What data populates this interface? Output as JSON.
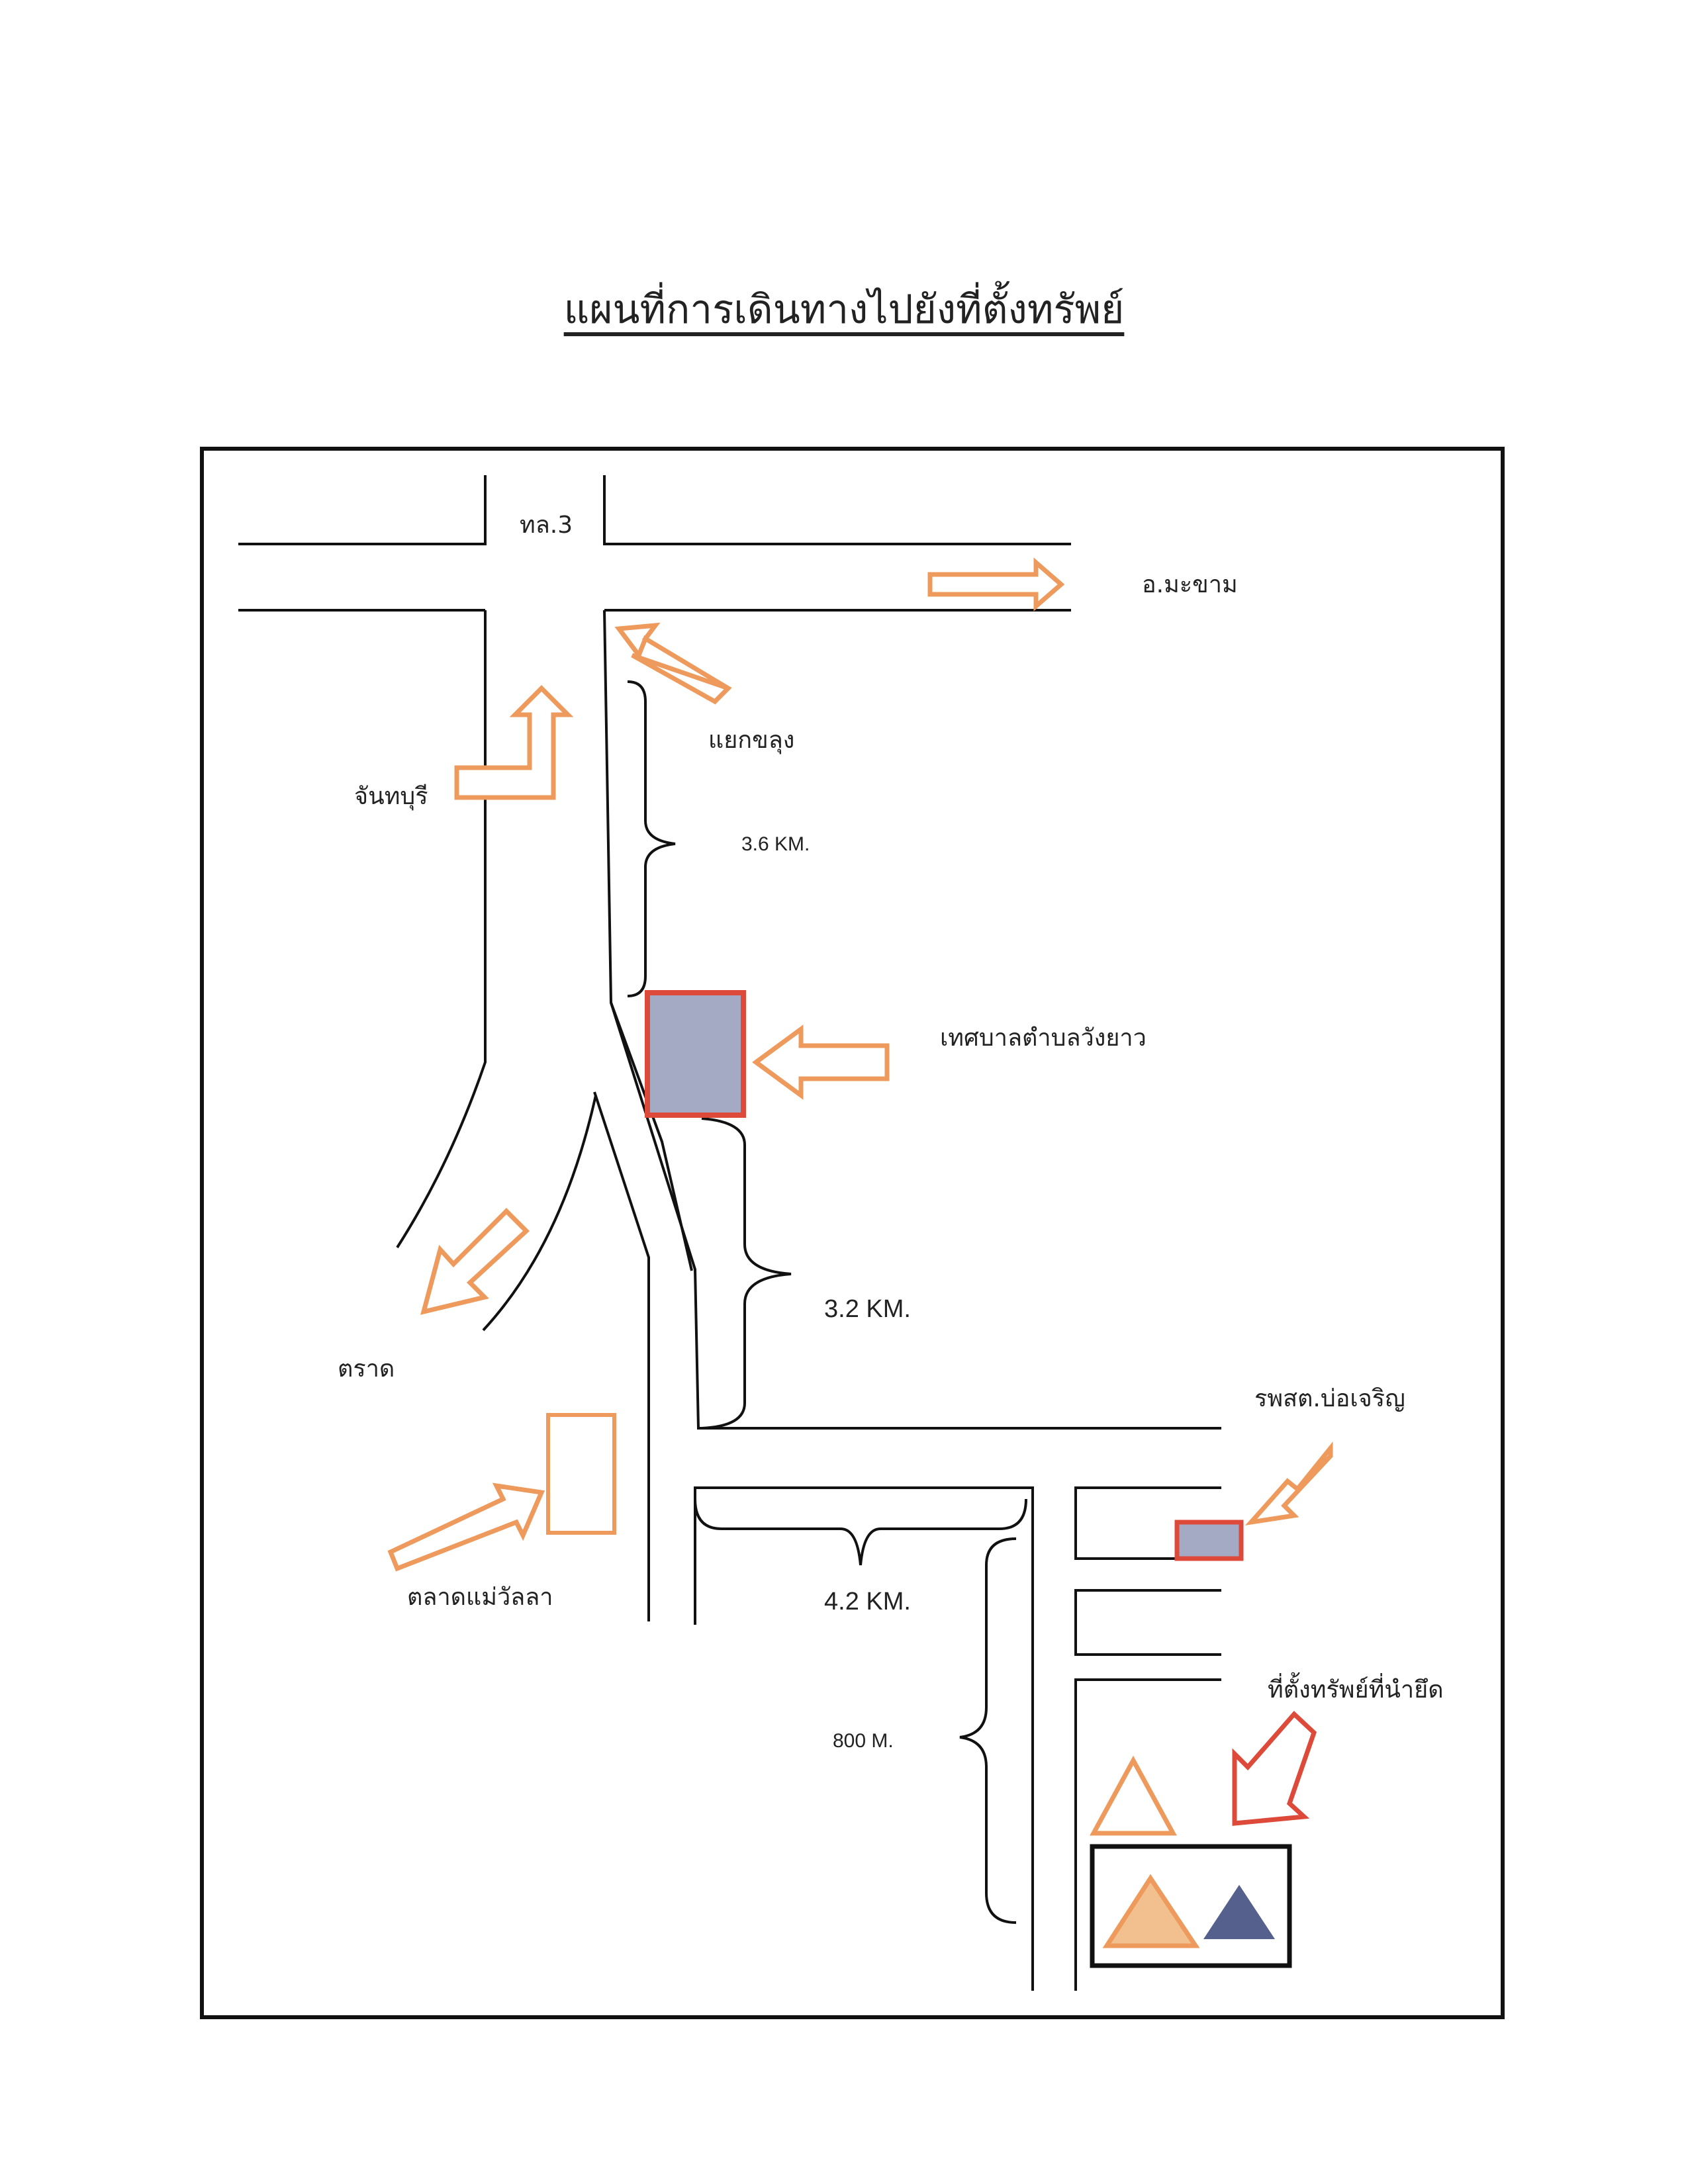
{
  "title": "แผนที่การเดินทางไปยังที่ตั้งทรัพย์",
  "labels": {
    "road_3": "ทล.3",
    "ma_kham": "อ.มะขาม",
    "khlung_junction": "แยกขลุง",
    "chanthaburi": "จันทบุรี",
    "wang_yao_municipality": "เทศบาลตำบลวังยาว",
    "trat": "ตราด",
    "mae_walla_market": "ตลาดแม่วัลลา",
    "bo_charoen_hospital": "รพสต.บ่อเจริญ",
    "property_location": "ที่ตั้งทรัพย์ที่นำยึด"
  },
  "distances": {
    "d1": "3.6 KM.",
    "d2": "3.2 KM.",
    "d3": "4.2 KM.",
    "d4": "800 M."
  },
  "colors": {
    "arrow_orange": "#ee9a5c",
    "arrow_red": "#dd4a3a",
    "building_fill": "#a4a9c4",
    "building_border": "#dd4a3a",
    "triangle_orange": "#f2c08e",
    "triangle_blue": "#55608c",
    "frame": "#111111"
  }
}
